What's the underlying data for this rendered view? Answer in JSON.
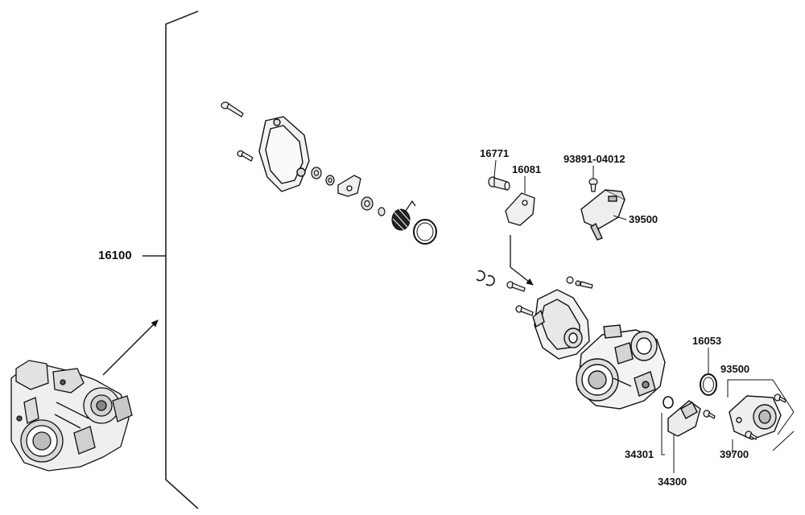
{
  "diagram": {
    "assembly_label": "16100",
    "part_labels": {
      "p16771": "16771",
      "p16081": "16081",
      "p93891": "93891-04012",
      "p39500": "39500",
      "p16053": "16053",
      "p93500": "93500",
      "p34301": "34301",
      "p34300": "34300",
      "p39700": "39700"
    }
  }
}
